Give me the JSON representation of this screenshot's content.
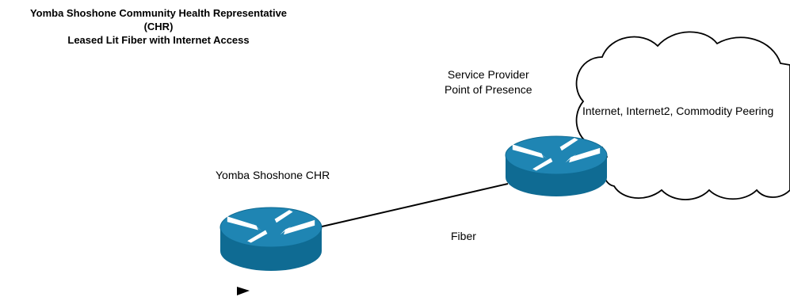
{
  "title": {
    "line1": "Yomba Shoshone Community Health Representative",
    "line2": "(CHR)",
    "line3": "Leased Lit Fiber with Internet Access"
  },
  "labels": {
    "pop_line1": "Service Provider",
    "pop_line2": "Point of Presence",
    "chr": "Yomba Shoshone CHR",
    "link": "Fiber",
    "cloud": "Internet, Internet2, Commodity Peering"
  },
  "nodes": {
    "chr_router_icon": "router-icon",
    "pop_router_icon": "router-icon",
    "cloud_icon": "cloud-icon"
  },
  "colors": {
    "router_body": "#0f6b93",
    "router_top": "#1f85b3",
    "router_arrows": "#ffffff",
    "line": "#000000"
  }
}
